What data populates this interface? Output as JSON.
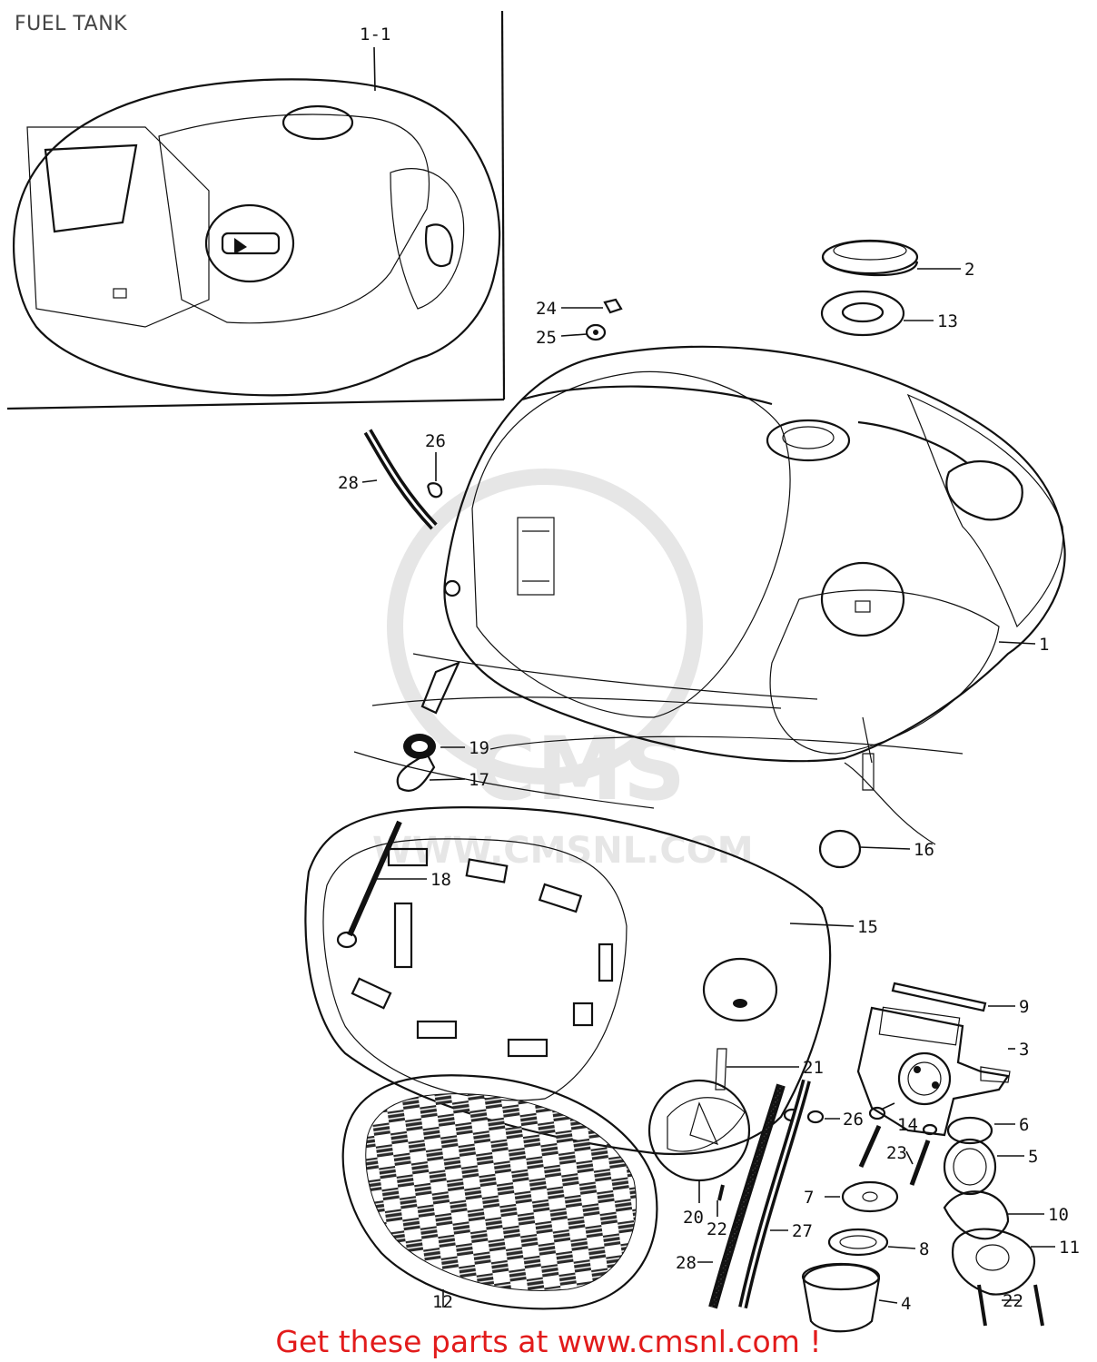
{
  "page": {
    "title": "FUEL TANK",
    "promo": "Get these parts at www.cmsnl.com !"
  },
  "colors": {
    "ink": "#111111",
    "title": "#444444",
    "promo": "#e21b1b",
    "watermark": "#d9d9d9"
  },
  "callouts": {
    "c1_1": "1-1",
    "c1": "1",
    "c2": "2",
    "c3": "3",
    "c4": "4",
    "c5": "5",
    "c6": "6",
    "c7": "7",
    "c8": "8",
    "c9": "9",
    "c10": "10",
    "c11": "11",
    "c12": "12",
    "c13": "13",
    "c14": "14",
    "c15": "15",
    "c16": "16",
    "c17": "17",
    "c18": "18",
    "c19": "19",
    "c20": "20",
    "c21": "21",
    "c22a": "22",
    "c22b": "22",
    "c23": "23",
    "c24": "24",
    "c25": "25",
    "c26a": "26",
    "c26b": "26",
    "c27": "27",
    "c28a": "28",
    "c28b": "28"
  }
}
